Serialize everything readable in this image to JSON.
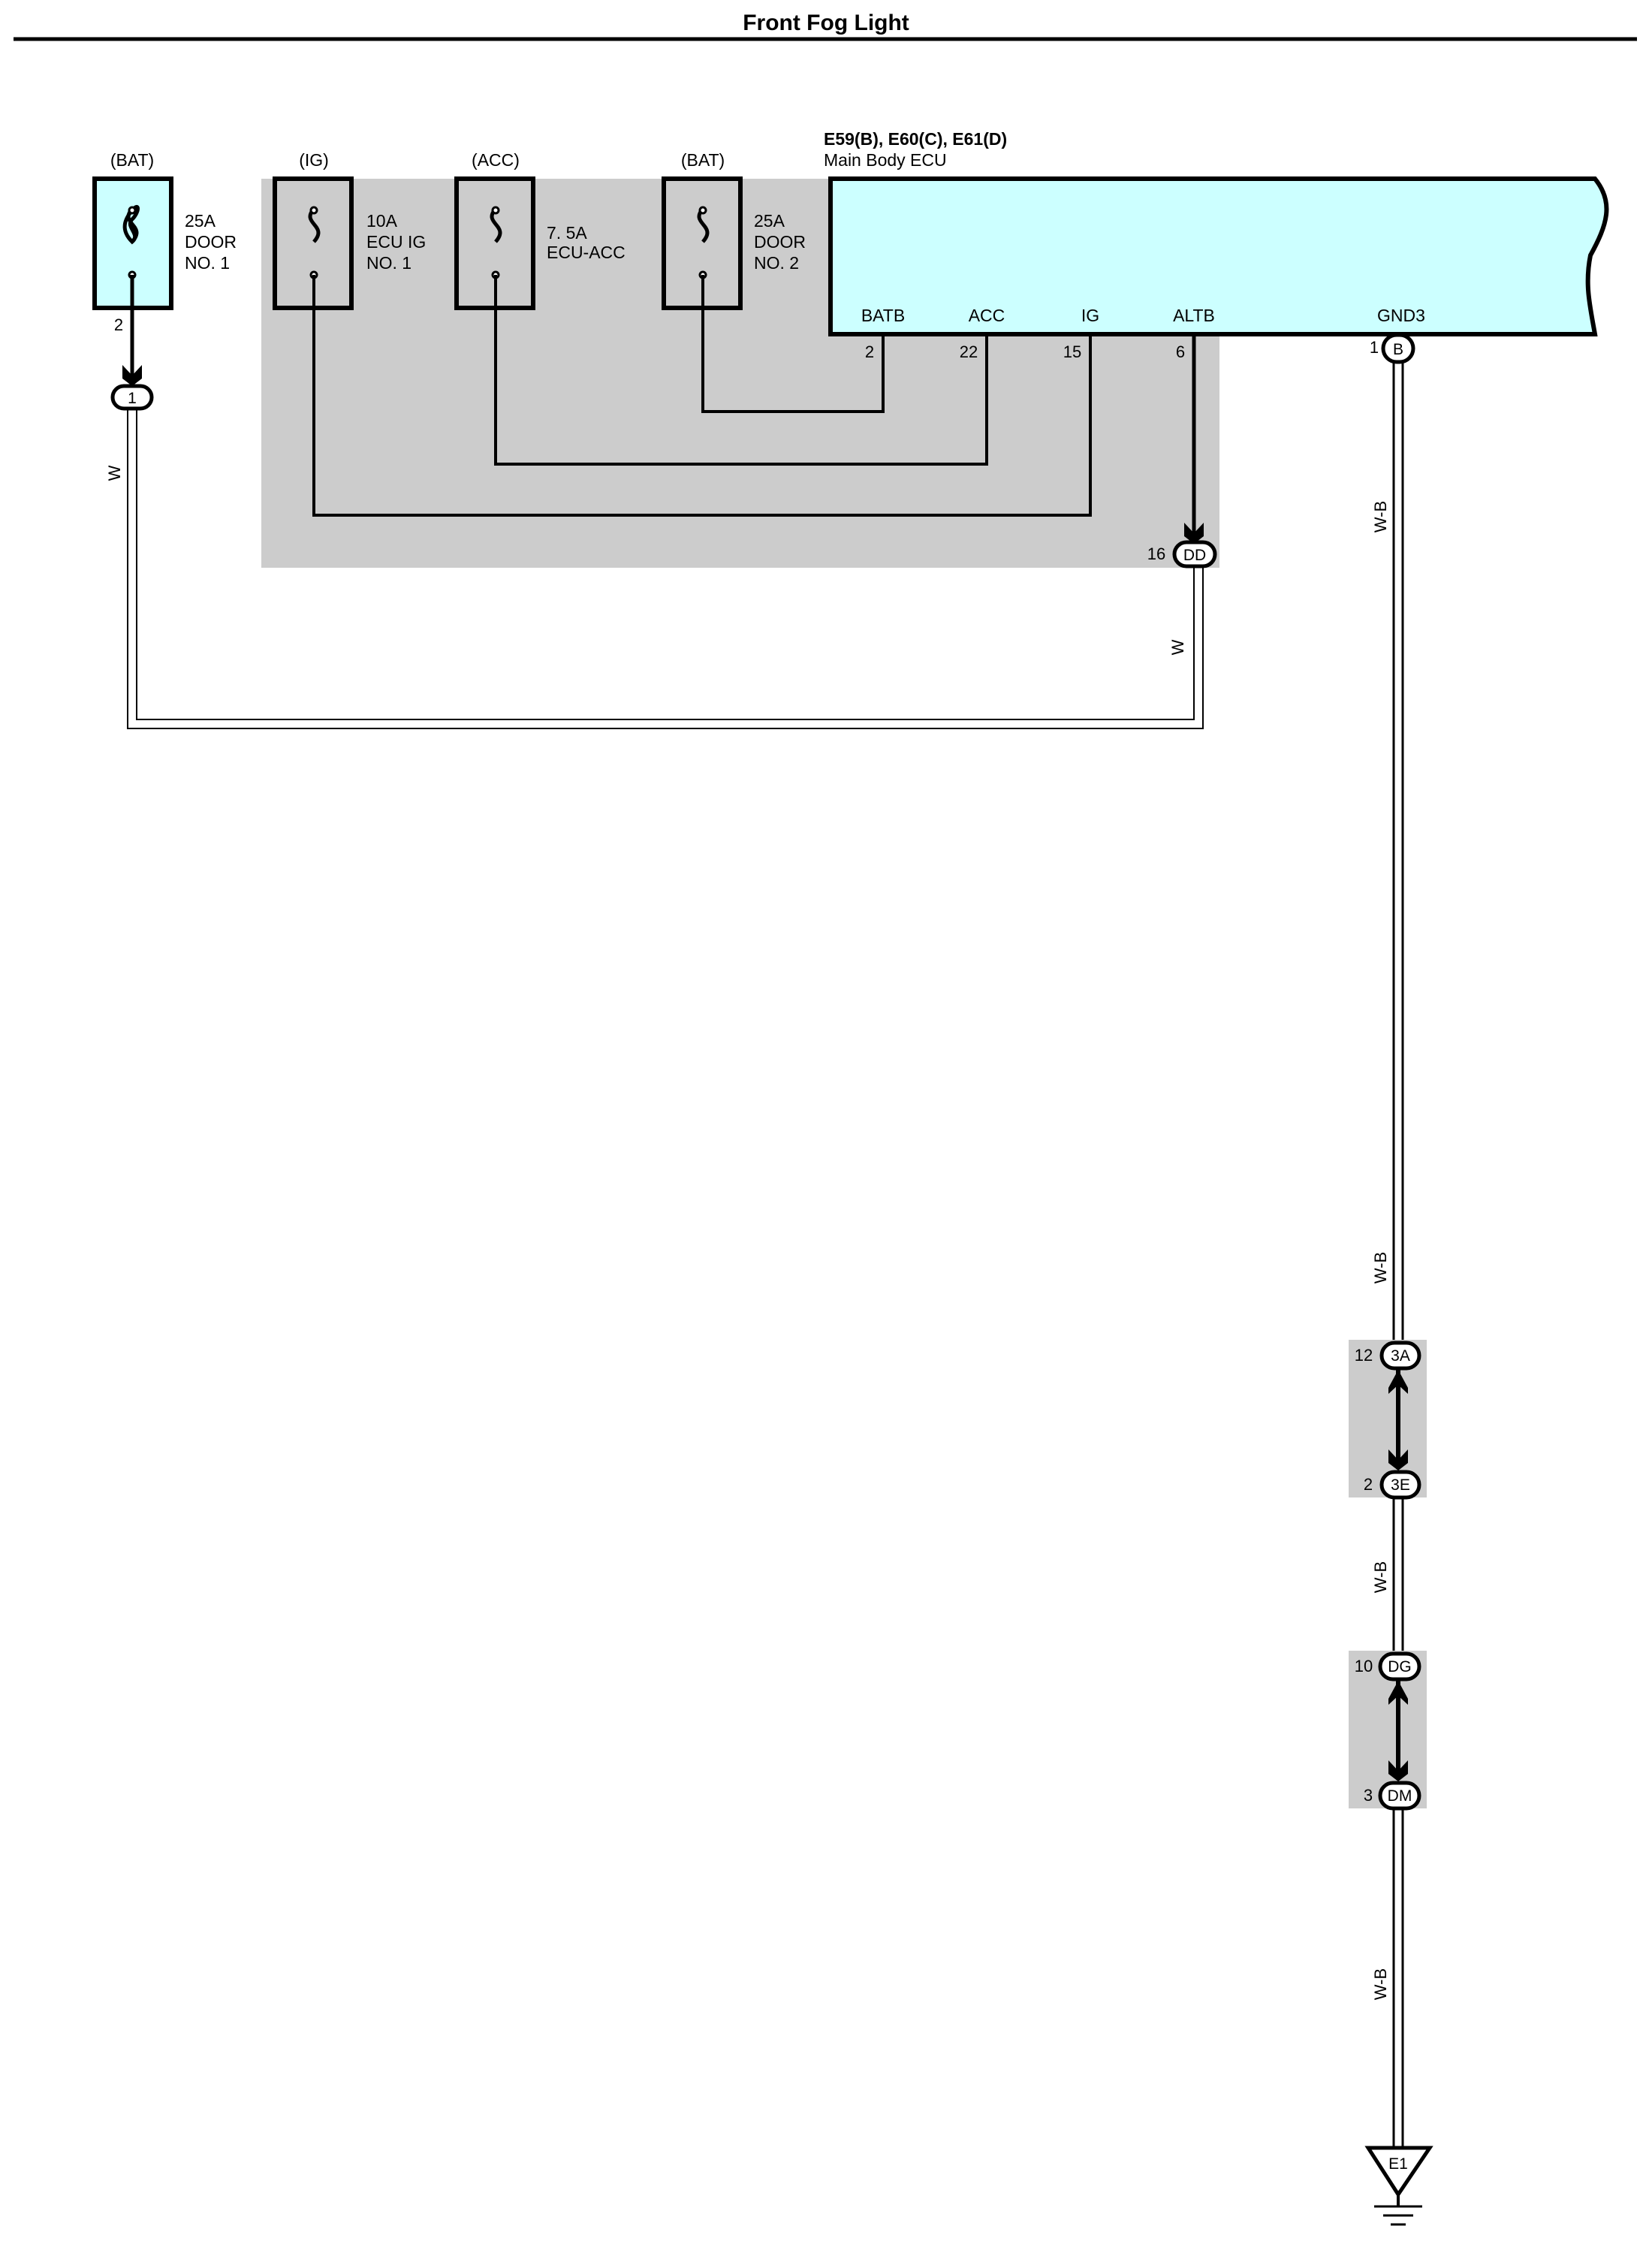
{
  "title": "Front Fog Light",
  "colors": {
    "relay_box_fill": "#cccccc",
    "ecu_fill": "#ccffff",
    "fuse_fill_highlight": "#ccffff",
    "line": "#000000"
  },
  "fuses": [
    {
      "supply": "(BAT)",
      "rating": "25A",
      "name_line1": "DOOR",
      "name_line2": "NO. 1",
      "pin": "2",
      "highlighted": true
    },
    {
      "supply": "(IG)",
      "rating": "10A",
      "name_line1": "ECU IG",
      "name_line2": "NO. 1",
      "pin": "",
      "highlighted": false
    },
    {
      "supply": "(ACC)",
      "rating": "7. 5A",
      "name_line1": "ECU-ACC",
      "name_line2": "",
      "pin": "",
      "highlighted": false
    },
    {
      "supply": "(BAT)",
      "rating": "25A",
      "name_line1": "DOOR",
      "name_line2": "NO. 2",
      "pin": "",
      "highlighted": false
    }
  ],
  "ecu": {
    "connectors": "E59(B), E60(C), E61(D)",
    "name": "Main Body ECU",
    "terminals": [
      {
        "label": "BATB",
        "pin": "2"
      },
      {
        "label": "ACC",
        "pin": "22"
      },
      {
        "label": "IG",
        "pin": "15"
      },
      {
        "label": "ALTB",
        "pin": "6"
      },
      {
        "label": "GND3",
        "pin": "1",
        "connector": "B"
      }
    ]
  },
  "junctions": [
    {
      "pin": "",
      "code": "1"
    },
    {
      "pin": "16",
      "code": "DD"
    },
    {
      "pin": "12",
      "code": "3A"
    },
    {
      "pin": "2",
      "code": "3E"
    },
    {
      "pin": "10",
      "code": "DG"
    },
    {
      "pin": "3",
      "code": "DM"
    }
  ],
  "wire_colors": {
    "door_feed_left": "W",
    "door_feed_right": "W",
    "ground_segments": [
      "W-B",
      "W-B",
      "W-B",
      "W-B"
    ]
  },
  "ground": {
    "code": "E1"
  }
}
